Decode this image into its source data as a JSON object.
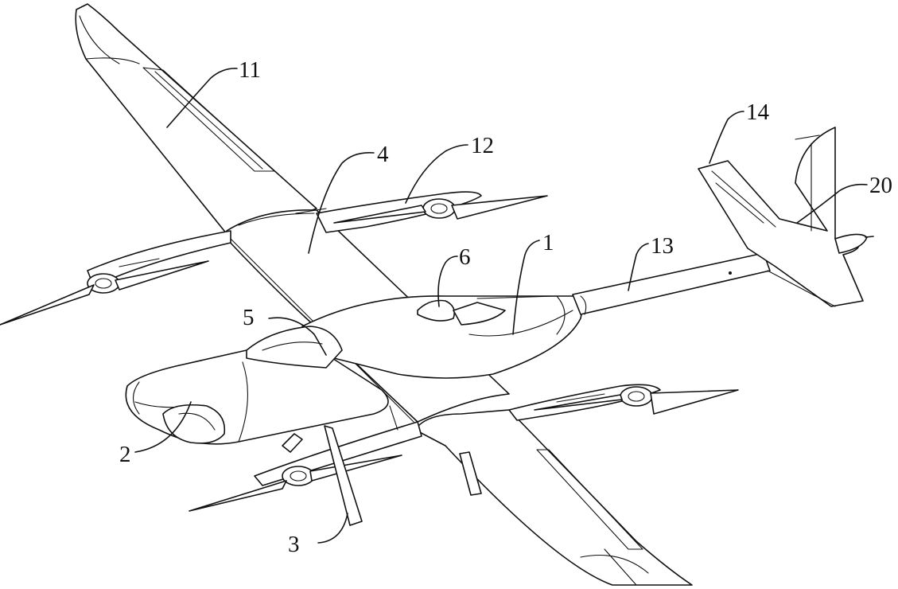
{
  "callouts": {
    "c1": "1",
    "c2": "2",
    "c3": "3",
    "c4": "4",
    "c5": "5",
    "c6": "6",
    "c11": "11",
    "c12": "12",
    "c13": "13",
    "c14": "14",
    "c20": "20"
  }
}
